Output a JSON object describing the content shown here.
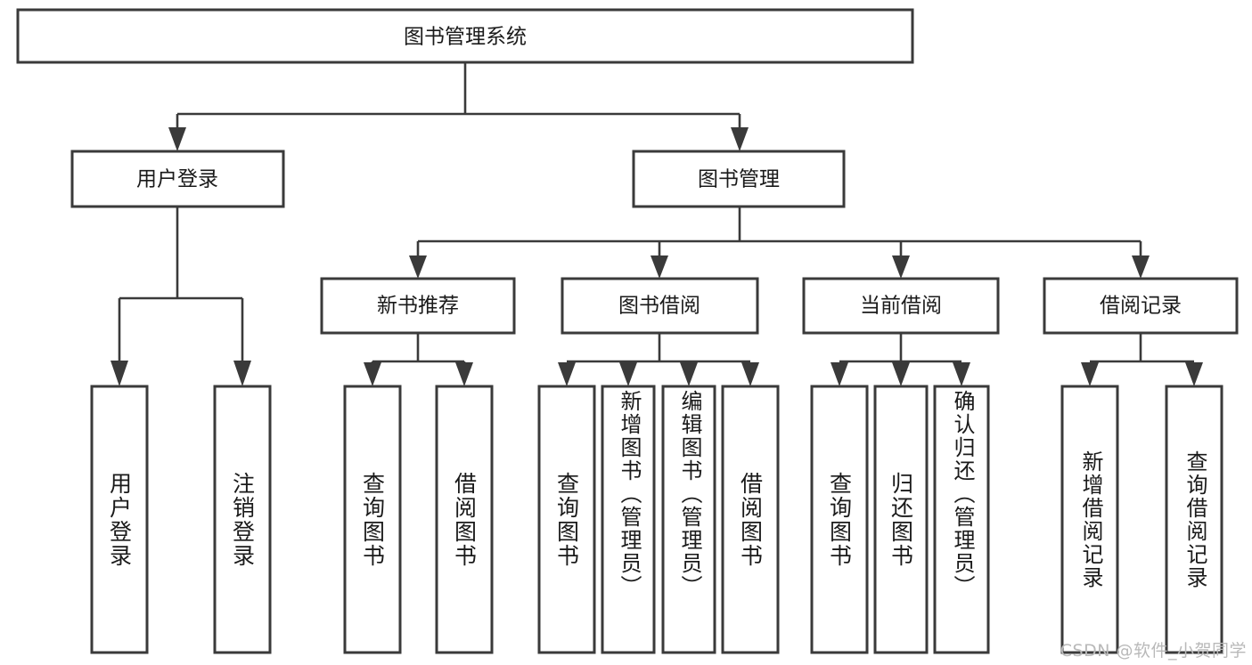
{
  "diagram": {
    "title": "图书管理系统",
    "root": {
      "label": "图书管理系统"
    },
    "level2": [
      {
        "label": "用户登录"
      },
      {
        "label": "图书管理"
      }
    ],
    "level3": [
      {
        "label": "新书推荐"
      },
      {
        "label": "图书借阅"
      },
      {
        "label": "当前借阅"
      },
      {
        "label": "借阅记录"
      }
    ],
    "leaves": {
      "user_login": [
        {
          "label": "用户登录"
        },
        {
          "label": "注销登录"
        }
      ],
      "new_book_recommend": [
        {
          "label": "查询图书"
        },
        {
          "label": "借阅图书"
        }
      ],
      "book_borrow": [
        {
          "label": "查询图书"
        },
        {
          "label": "新增图书（管理员）"
        },
        {
          "label": "编辑图书（管理员）"
        },
        {
          "label": "借阅图书"
        }
      ],
      "current_borrow": [
        {
          "label": "查询图书"
        },
        {
          "label": "归还图书"
        },
        {
          "label": "确认归还（管理员）"
        }
      ],
      "borrow_record": [
        {
          "label": "新增借阅记录"
        },
        {
          "label": "查询借阅记录"
        }
      ]
    }
  },
  "watermark": {
    "text": "CSDN @软件_小贺同学"
  },
  "colors": {
    "box_stroke": "#3a3a3a",
    "box_fill": "#ffffff",
    "text": "#1a1a1a",
    "watermark": "#b9b9b9",
    "background": "#ffffff"
  }
}
